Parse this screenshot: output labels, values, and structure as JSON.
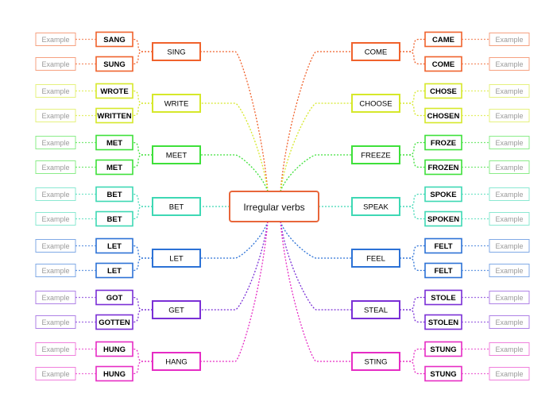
{
  "central": {
    "label": "Irregular verbs"
  },
  "verbs": [
    {
      "label": "SING",
      "color": "#f0622c",
      "forms": [
        {
          "label": "SANG",
          "example": "Example"
        },
        {
          "label": "SUNG",
          "example": "Example"
        }
      ]
    },
    {
      "label": "WRITE",
      "color": "#d6e82a",
      "forms": [
        {
          "label": "WROTE",
          "example": "Example"
        },
        {
          "label": "WRITTEN",
          "example": "Example"
        }
      ]
    },
    {
      "label": "MEET",
      "color": "#3ee03a",
      "forms": [
        {
          "label": "MET",
          "example": "Example"
        },
        {
          "label": "MET",
          "example": "Example"
        }
      ]
    },
    {
      "label": "BET",
      "color": "#3ed8b4",
      "forms": [
        {
          "label": "BET",
          "example": "Example"
        },
        {
          "label": "BET",
          "example": "Example"
        }
      ]
    },
    {
      "label": "LET",
      "color": "#2c72d6",
      "forms": [
        {
          "label": "LET",
          "example": "Example"
        },
        {
          "label": "LET",
          "example": "Example"
        }
      ]
    },
    {
      "label": "GET",
      "color": "#7a2fd6",
      "forms": [
        {
          "label": "GOT",
          "example": "Example"
        },
        {
          "label": "GOTTEN",
          "example": "Example"
        }
      ]
    },
    {
      "label": "HANG",
      "color": "#e62cc4",
      "forms": [
        {
          "label": "HUNG",
          "example": "Example"
        },
        {
          "label": "HUNG",
          "example": "Example"
        }
      ]
    },
    {
      "label": "COME",
      "color": "#f0622c",
      "forms": [
        {
          "label": "CAME",
          "example": "Example"
        },
        {
          "label": "COME",
          "example": "Example"
        }
      ]
    },
    {
      "label": "CHOOSE",
      "color": "#d6e82a",
      "forms": [
        {
          "label": "CHOSE",
          "example": "Example"
        },
        {
          "label": "CHOSEN",
          "example": "Example"
        }
      ]
    },
    {
      "label": "FREEZE",
      "color": "#3ee03a",
      "forms": [
        {
          "label": "FROZE",
          "example": "Example"
        },
        {
          "label": "FROZEN",
          "example": "Example"
        }
      ]
    },
    {
      "label": "SPEAK",
      "color": "#3ed8b4",
      "forms": [
        {
          "label": "SPOKE",
          "example": "Example"
        },
        {
          "label": "SPOKEN",
          "example": "Example"
        }
      ]
    },
    {
      "label": "FEEL",
      "color": "#2c72d6",
      "forms": [
        {
          "label": "FELT",
          "example": "Example"
        },
        {
          "label": "FELT",
          "example": "Example"
        }
      ]
    },
    {
      "label": "STEAL",
      "color": "#7a2fd6",
      "forms": [
        {
          "label": "STOLE",
          "example": "Example"
        },
        {
          "label": "STOLEN",
          "example": "Example"
        }
      ]
    },
    {
      "label": "STING",
      "color": "#e62cc4",
      "forms": [
        {
          "label": "STUNG",
          "example": "Example"
        },
        {
          "label": "STUNG",
          "example": "Example"
        }
      ]
    }
  ]
}
